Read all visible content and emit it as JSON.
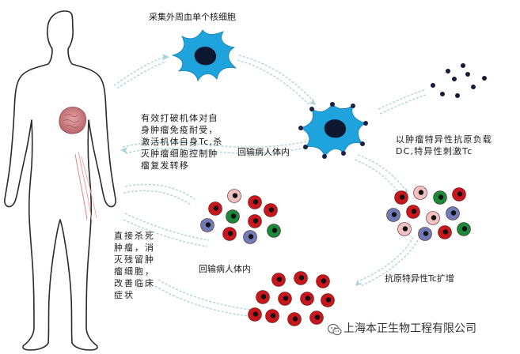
{
  "labels": {
    "collect": "采集外周血单个核细胞",
    "effect": "有效打破机体对自\n身肿瘤免疫耐受，\n激活机体自身Tc,杀\n灭肿瘤细胞控制肿\n瘤复发转移",
    "return_1": "回输病人体内",
    "load_dc": "以肿瘤特异性抗原负载\nDC,特异性刺激Tc",
    "kill": "直接杀死\n肿瘤，消\n灭残留肿\n瘤细胞，\n改善临床\n症状",
    "return_2": "回输病人体内",
    "expand": "抗原特异性Tc扩增"
  },
  "watermark": {
    "company": "上海本正生物工程有限公司",
    "icon": "wechat-icon"
  },
  "colors": {
    "dc_cell": "#1fa3dc",
    "nucleus": "#0d1830",
    "tumor": "#c97a7e",
    "arrow": "#a9d2da",
    "red_cell": "#c8161d",
    "green_cell": "#1a8a3a",
    "blue_cell": "#6f7cb8",
    "pink_cell": "#f1c2c2"
  }
}
